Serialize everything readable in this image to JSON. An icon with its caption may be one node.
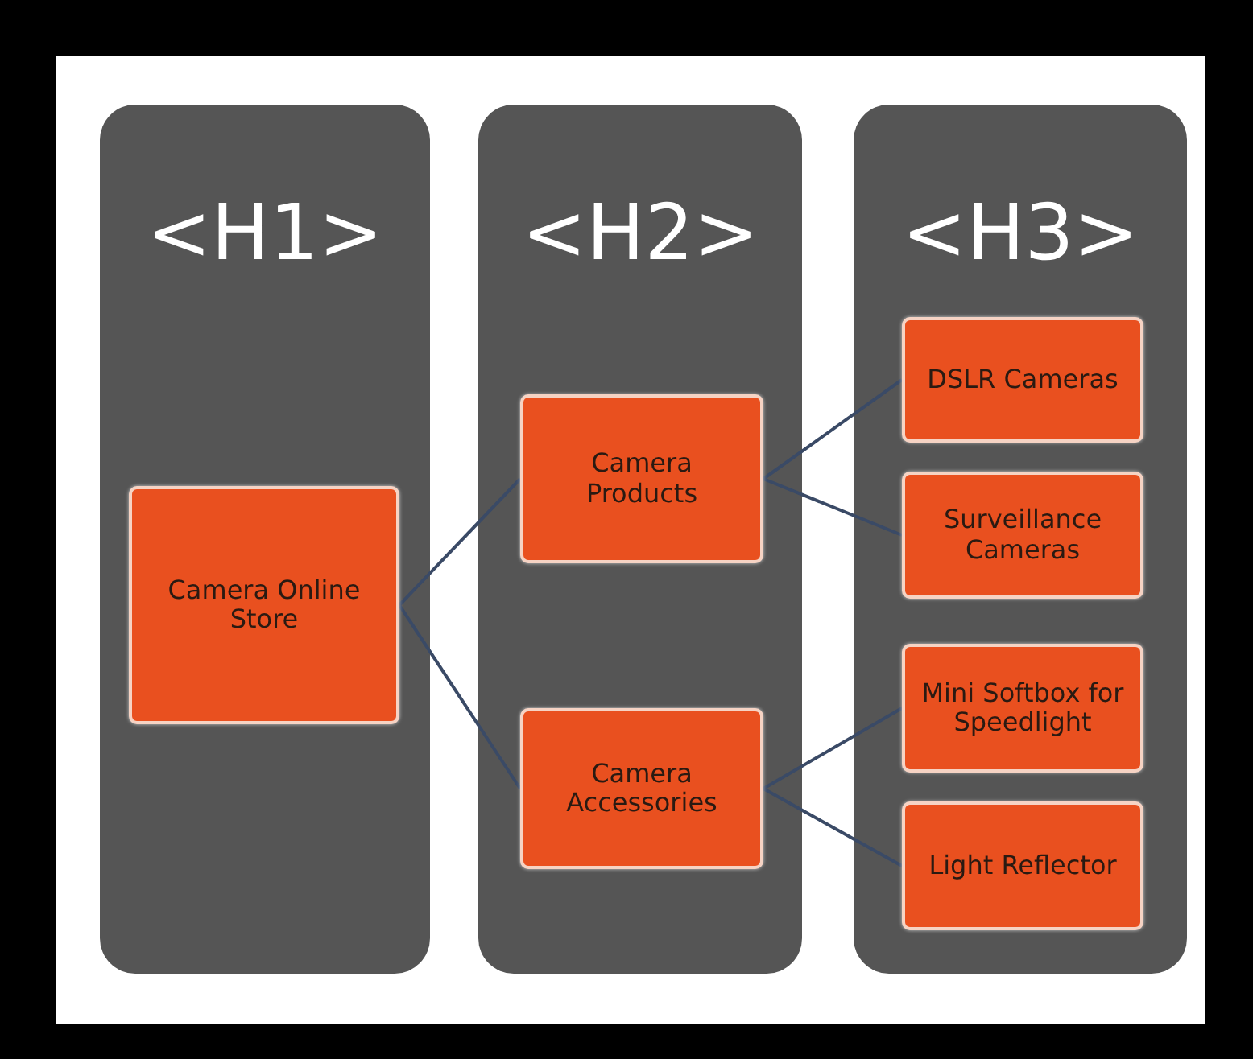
{
  "diagram": {
    "nodes": [
      {
        "text": [
          "<H1>"
        ]
      },
      {
        "text": [
          "<H2>"
        ]
      },
      {
        "text": [
          "<H3>"
        ]
      },
      {
        "text": [
          "Camera Online Store"
        ],
        "in": 0
      },
      {
        "text": [
          "Camera Products"
        ],
        "in": 1
      },
      {
        "text": [
          "Camera Accessories"
        ],
        "in": 1
      },
      {
        "text": [
          "DSLR Cameras"
        ],
        "in": 2
      },
      {
        "text": [
          "Surveillance Cameras"
        ],
        "in": 2
      },
      {
        "text": [
          "Mini Softbox for Speedlight"
        ],
        "in": 2
      },
      {
        "text": [
          "Light Reflector"
        ],
        "in": 2
      }
    ],
    "edges": [
      {
        "from": 3,
        "to": 4,
        "arrow": "none"
      },
      {
        "from": 3,
        "to": 5,
        "arrow": "none"
      },
      {
        "from": 4,
        "to": 6,
        "arrow": "none"
      },
      {
        "from": 4,
        "to": 7,
        "arrow": "none"
      },
      {
        "from": 5,
        "to": 8,
        "arrow": "none"
      },
      {
        "from": 5,
        "to": 9,
        "arrow": "none"
      }
    ]
  }
}
